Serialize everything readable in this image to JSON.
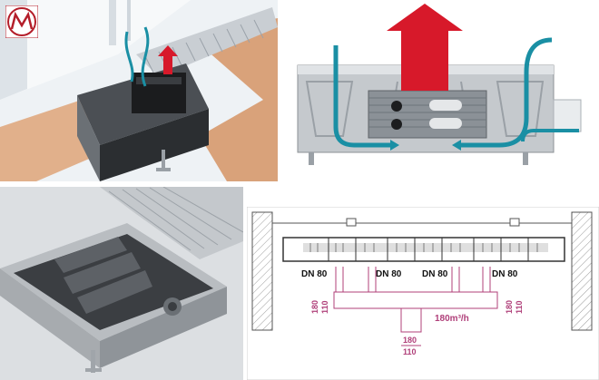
{
  "images": {
    "top_left": {
      "logo": "mn-logo"
    },
    "top_right": {},
    "bottom_left": {},
    "bottom_right": {
      "dn_labels": [
        "DN 80",
        "DN 80",
        "DN 80",
        "DN 80"
      ],
      "left_dim_top": "180",
      "left_dim_bottom": "110",
      "right_dim_top": "180",
      "right_dim_bottom": "110",
      "bottom_dim_top": "180",
      "bottom_dim_bottom": "110",
      "flow_label": "180m³/h"
    }
  },
  "colors": {
    "arrow_red": "#d7192a",
    "arrow_teal": "#1a8fa4",
    "dim_pink": "#b0407a",
    "logo_red": "#b41e2a"
  }
}
